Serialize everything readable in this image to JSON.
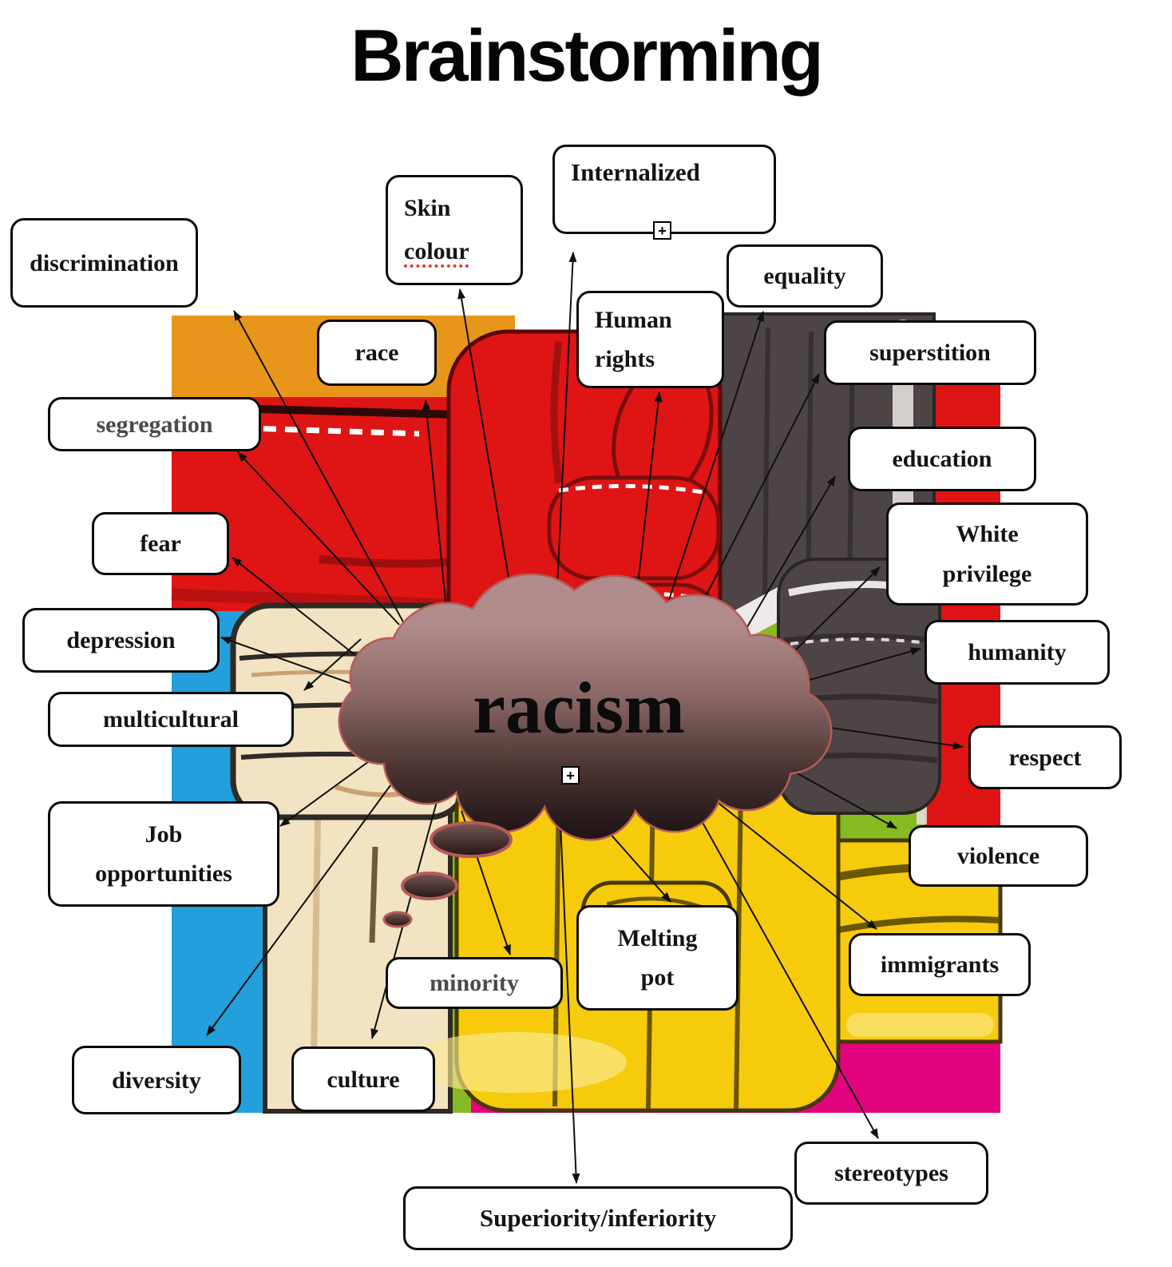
{
  "title": "Brainstorming",
  "center": {
    "label": "racism",
    "shape": "thought-cloud"
  },
  "expand_icon": "+",
  "nodes": {
    "discrimination": {
      "label": "discrimination"
    },
    "skin_colour": {
      "line1": "Skin",
      "line2": "colour"
    },
    "internalized": {
      "label": "Internalized"
    },
    "equality": {
      "label": "equality"
    },
    "race": {
      "label": "race"
    },
    "human_rights": {
      "line1": "Human",
      "line2": "rights"
    },
    "superstition": {
      "label": "superstition"
    },
    "segregation": {
      "label": "segregation"
    },
    "education": {
      "label": "education"
    },
    "fear": {
      "label": "fear"
    },
    "white_privilege": {
      "line1": "White",
      "line2": "privilege"
    },
    "depression": {
      "label": "depression"
    },
    "humanity": {
      "label": "humanity"
    },
    "multicultural": {
      "label": "multicultural"
    },
    "respect": {
      "label": "respect"
    },
    "job_opportunities": {
      "line1": "Job",
      "line2": "opportunities"
    },
    "violence": {
      "label": "violence"
    },
    "minority": {
      "label": "minority"
    },
    "melting_pot": {
      "line1": "Melting",
      "line2": "pot"
    },
    "immigrants": {
      "label": "immigrants"
    },
    "diversity": {
      "label": "diversity"
    },
    "culture": {
      "label": "culture"
    },
    "stereotypes": {
      "label": "stereotypes"
    },
    "superiority_inferiority": {
      "label": "Superiority/inferiority"
    }
  },
  "edges": [
    {
      "from": "racism",
      "to": "discrimination"
    },
    {
      "from": "racism",
      "to": "skin_colour"
    },
    {
      "from": "racism",
      "to": "internalized"
    },
    {
      "from": "racism",
      "to": "equality"
    },
    {
      "from": "racism",
      "to": "race"
    },
    {
      "from": "racism",
      "to": "human_rights"
    },
    {
      "from": "racism",
      "to": "superstition"
    },
    {
      "from": "racism",
      "to": "segregation"
    },
    {
      "from": "racism",
      "to": "education"
    },
    {
      "from": "racism",
      "to": "fear"
    },
    {
      "from": "racism",
      "to": "white_privilege"
    },
    {
      "from": "racism",
      "to": "depression"
    },
    {
      "from": "racism",
      "to": "humanity"
    },
    {
      "from": "racism",
      "to": "multicultural"
    },
    {
      "from": "racism",
      "to": "respect"
    },
    {
      "from": "racism",
      "to": "job_opportunities"
    },
    {
      "from": "racism",
      "to": "violence"
    },
    {
      "from": "racism",
      "to": "minority"
    },
    {
      "from": "racism",
      "to": "melting_pot"
    },
    {
      "from": "racism",
      "to": "immigrants"
    },
    {
      "from": "racism",
      "to": "diversity"
    },
    {
      "from": "racism",
      "to": "culture"
    },
    {
      "from": "racism",
      "to": "stereotypes"
    },
    {
      "from": "racism",
      "to": "superiority_inferiority"
    }
  ],
  "palette": {
    "cloud_border": "#b75b57",
    "cloud_top": "#b18c8c",
    "cloud_bottom": "#221617",
    "muted_text": "#4a4a4a",
    "misspell_underline": "#e53935",
    "bg_orange": "#e8951c",
    "bg_blue": "#239fdb",
    "bg_green": "#86bb22",
    "bg_magenta": "#e2047e",
    "bg_red": "#df1414",
    "bg_yellow": "#f5cb0c",
    "fist_black": "#4c4445",
    "fist_cream": "#f2e3c2"
  }
}
